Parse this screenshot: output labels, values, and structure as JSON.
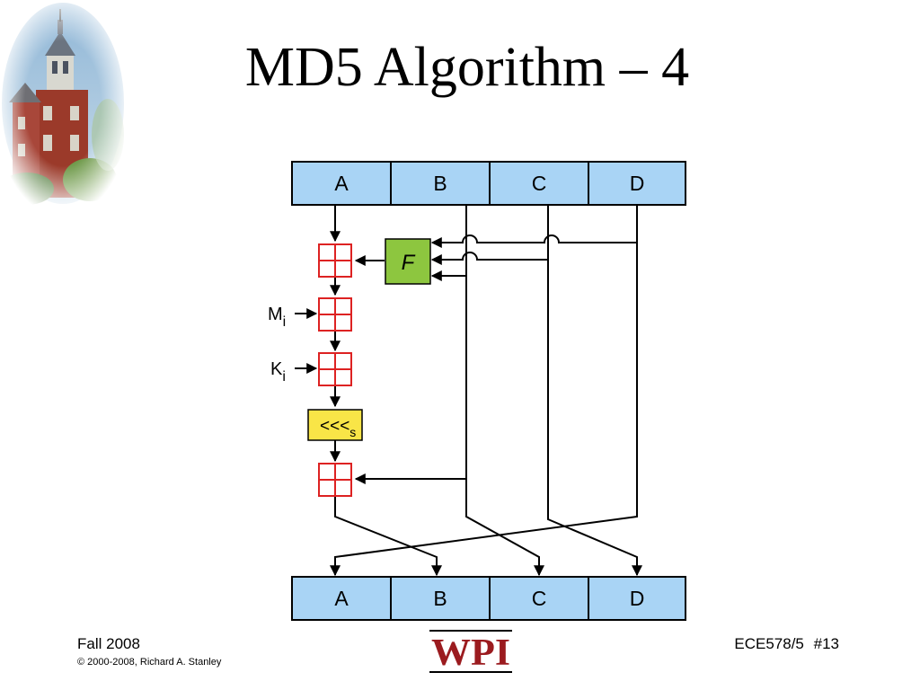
{
  "slide": {
    "title": "MD5 Algorithm – 4"
  },
  "diagram": {
    "top_registers": [
      "A",
      "B",
      "C",
      "D"
    ],
    "bottom_registers": [
      "A",
      "B",
      "C",
      "D"
    ],
    "function_label": "F",
    "message_input": {
      "base": "M",
      "sub": "i"
    },
    "constant_input": {
      "base": "K",
      "sub": "i"
    },
    "rotate_label": {
      "base": "<<<",
      "sub": "s"
    },
    "colors": {
      "register_fill": "#a9d4f5",
      "function_fill": "#8dc63f",
      "rotate_fill": "#f9e547",
      "adder_stroke": "#dd2222"
    }
  },
  "footer": {
    "term": "Fall 2008",
    "copyright": "© 2000-2008, Richard A. Stanley",
    "course": "ECE578/5",
    "slide_number": "#13"
  },
  "logo": {
    "text": "WPI"
  }
}
